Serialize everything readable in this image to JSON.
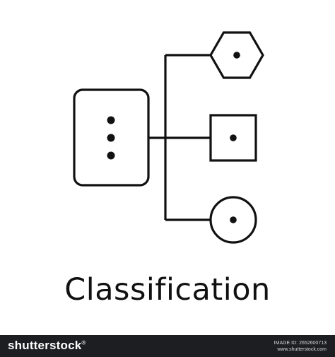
{
  "caption": "Classification",
  "footer": {
    "brand": "shutterstock",
    "brand_mark": "®",
    "image_id": "IMAGE ID: 2652600713",
    "site_url": "www.shutterstock.com"
  },
  "colors": {
    "stroke": "#111111",
    "background": "#ffffff",
    "footer_bg": "#1d1e22",
    "footer_text": "#ffffff"
  },
  "icon": {
    "name": "classification-hierarchy-icon",
    "parent": "rounded-rectangle-with-three-dots",
    "children": [
      "hexagon",
      "square",
      "circle"
    ]
  }
}
